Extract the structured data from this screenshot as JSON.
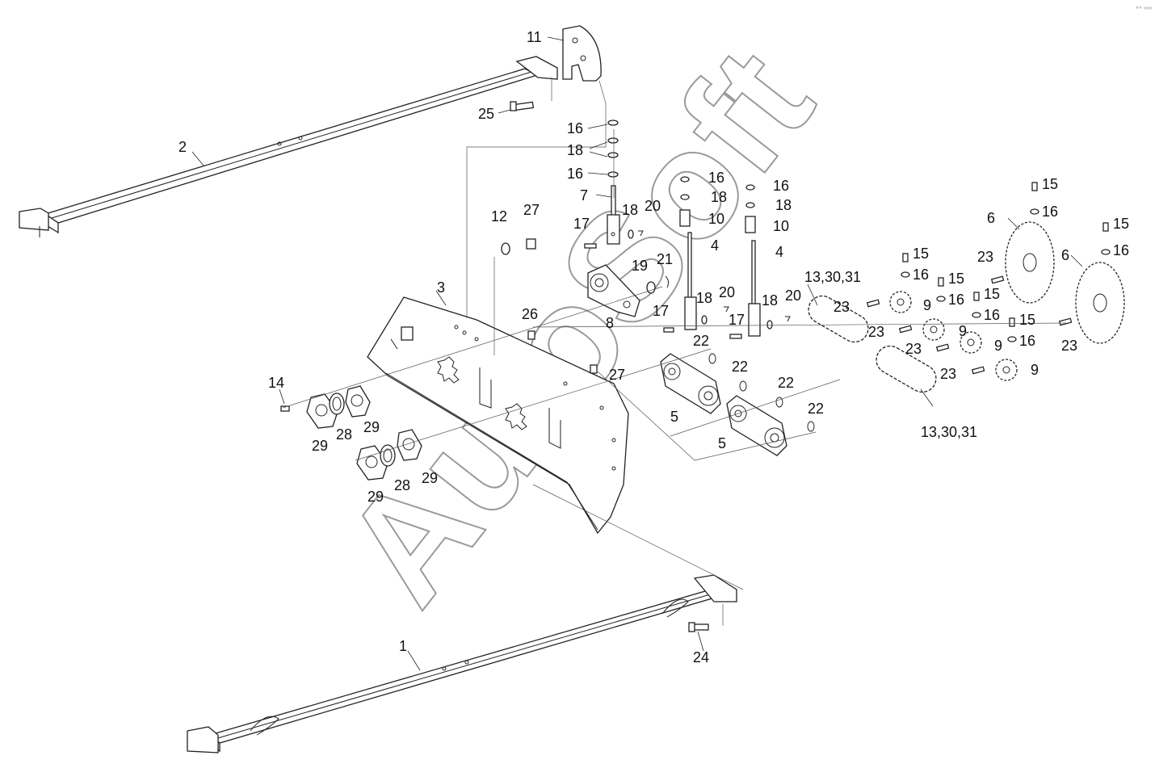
{
  "watermark": "AutoSoft",
  "corner_glyph": "°° ⁰⁰⁰",
  "callouts": [
    "1",
    "2",
    "3",
    "4",
    "5",
    "6",
    "7",
    "8",
    "9",
    "10",
    "11",
    "12",
    "13,30,31",
    "14",
    "15",
    "16",
    "17",
    "18",
    "19",
    "20",
    "21",
    "22",
    "23",
    "24",
    "25",
    "26",
    "27",
    "28",
    "29"
  ]
}
